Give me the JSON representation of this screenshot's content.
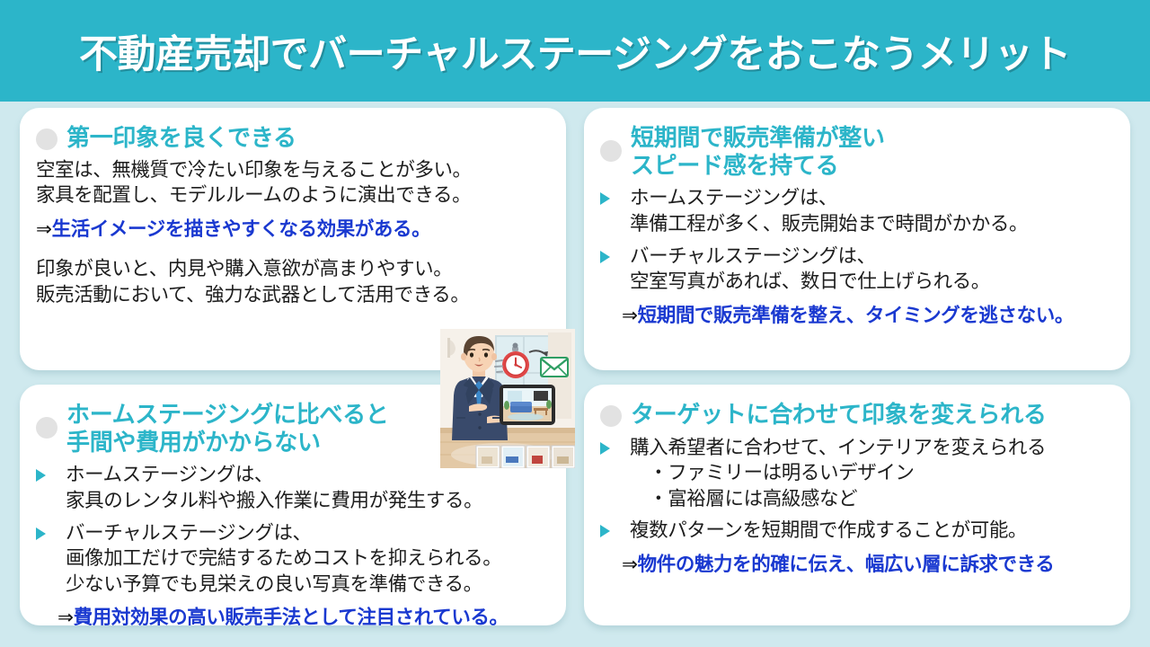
{
  "header": {
    "title": "不動産売却でバーチャルステージングをおこなうメリット",
    "background_color": "#2cb5c9",
    "text_color": "#ffffff"
  },
  "theme": {
    "page_background": "#cfe9ee",
    "card_background": "#ffffff",
    "heading_color": "#2cb5c9",
    "body_color": "#1d1d1d",
    "conclusion_color": "#1a39d0",
    "bullet_color": "#2cb5c9",
    "dot_color": "#e2e2e2"
  },
  "cards": {
    "top_left": {
      "heading": "第一印象を良くできる",
      "paragraphs": [
        {
          "lines": [
            "空室は、無機質で冷たい印象を与えることが多い。",
            "家具を配置し、モデルルームのように演出できる。"
          ]
        },
        {
          "lines": [
            "印象が良いと、内見や購入意欲が高まりやすい。",
            "販売活動において、強力な武器として活用できる。"
          ]
        }
      ],
      "conclusion": {
        "arrow": "⇒",
        "text": "生活イメージを描きやすくなる効果がある。"
      }
    },
    "top_right": {
      "heading_line1": "短期間で販売準備が整い",
      "heading_line2": "スピード感を持てる",
      "bullets": [
        {
          "lines": [
            "ホームステージングは、",
            "準備工程が多く、販売開始まで時間がかかる。"
          ]
        },
        {
          "lines": [
            "バーチャルステージングは、",
            "空室写真があれば、数日で仕上げられる。"
          ]
        }
      ],
      "conclusion": {
        "arrow": "⇒",
        "text": "短期間で販売準備を整え、タイミングを逃さない。"
      }
    },
    "bottom_left": {
      "heading_line1": "ホームステージングに比べると",
      "heading_line2": "手間や費用がかからない",
      "bullets": [
        {
          "lines": [
            "ホームステージングは、",
            "家具のレンタル料や搬入作業に費用が発生する。"
          ]
        },
        {
          "lines": [
            "バーチャルステージングは、",
            "画像加工だけで完結するためコストを抑えられる。",
            "少ない予算でも見栄えの良い写真を準備できる。"
          ]
        }
      ],
      "conclusion": {
        "arrow": "⇒",
        "text": "費用対効果の高い販売手法として注目されている。"
      }
    },
    "bottom_right": {
      "heading": "ターゲットに合わせて印象を変えられる",
      "bullets": [
        {
          "lines": [
            "購入希望者に合わせて、インテリアを変えられる",
            "　・ファミリーは明るいデザイン",
            "　・富裕層には高級感など"
          ]
        },
        {
          "lines": [
            "複数パターンを短期間で作成することが可能。"
          ]
        }
      ],
      "conclusion": {
        "arrow": "⇒",
        "text": "物件の魅力を的確に伝え、幅広い層に訴求できる"
      }
    }
  },
  "illustration": {
    "alt": "スーツ姿のビジネスマンがタブレットでバーチャルステージング画像を見せているイラスト",
    "elements": [
      "businessman",
      "tablet",
      "staged-living-room",
      "stopwatch",
      "envelope",
      "photo-thumbnails"
    ]
  }
}
